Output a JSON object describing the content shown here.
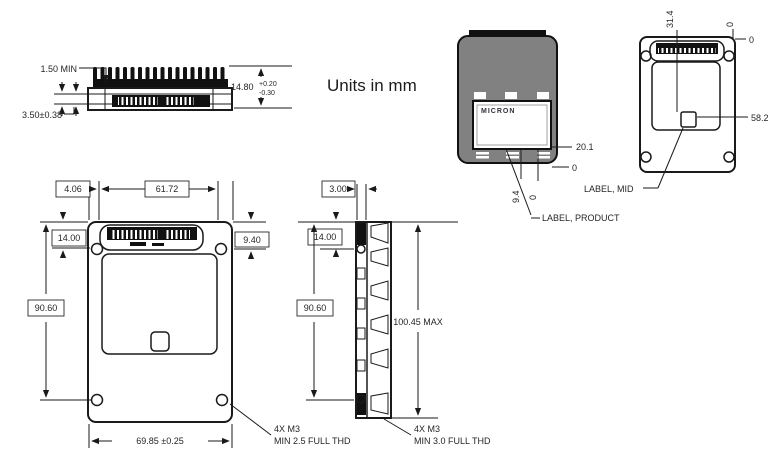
{
  "note": {
    "units": "Units in mm"
  },
  "edge_view": {
    "dim_min_clearance": "1.50 MIN",
    "dim_bottom": "3.50±0.38",
    "dim_height": "14.80",
    "dim_height_tol_plus": "+0.20",
    "dim_height_tol_minus": "-0.30"
  },
  "front_view": {
    "dim_offset": "4.06",
    "dim_connector_width": "61.72",
    "dim_hole_top": "14.00",
    "dim_connector_depth": "9.40",
    "dim_hole_span": "90.60",
    "dim_width": "69.85 ±0.25",
    "thread_note_line1": "4X M3",
    "thread_note_line2": "MIN 2.5 FULL THD"
  },
  "side_view": {
    "dim_rail": "3.00",
    "dim_hole_top": "14.00",
    "dim_hole_span": "90.60",
    "dim_length": "100.45 MAX",
    "thread_note_line1": "4X M3",
    "thread_note_line2": "MIN 3.0 FULL THD"
  },
  "product_view": {
    "brand": "MICRON",
    "dim_label_edge": "20.1",
    "dim_zero": "0",
    "dim_side": "9.4",
    "dim_side_zero": "0",
    "callout": "LABEL, PRODUCT"
  },
  "mid_view": {
    "dim_across": "31.4",
    "dim_zero_vertical": "0",
    "dim_zero_horizontal": "0",
    "dim_down": "58.2",
    "callout": "LABEL, MID"
  },
  "colors": {
    "line": "#1a1a1a",
    "dim_text": "#262626",
    "device_body_fill": "#818181"
  }
}
